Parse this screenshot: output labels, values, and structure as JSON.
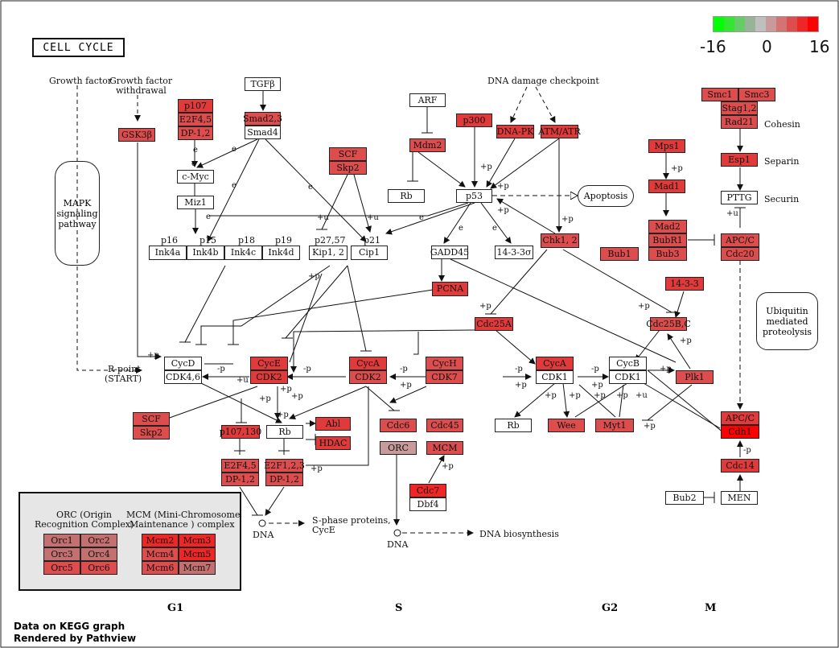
{
  "title": "CELL CYCLE",
  "scale": {
    "min_label": "-16",
    "mid_label": "0",
    "max_label": "16",
    "colors": [
      "#00ff00",
      "#33e633",
      "#66cc66",
      "#99b399",
      "#bfbfbf",
      "#c99a9a",
      "#d37373",
      "#dd4d4d",
      "#ee2626",
      "#ff0000"
    ]
  },
  "colors": {
    "c1": "#dd4d4d",
    "c2": "#e03a3a",
    "c3": "#ee2626",
    "c4": "#c47070",
    "white": "#ffffff",
    "orc": "#c99a9a"
  },
  "phases": [
    "G1",
    "S",
    "G2",
    "M"
  ],
  "footer": [
    "Data on KEGG graph",
    "Rendered by Pathview"
  ],
  "labels": {
    "growth_factor": "Growth factor",
    "growth_factor_withdrawal_1": "Growth factor",
    "growth_factor_withdrawal_2": "withdrawal",
    "dna_damage": "DNA damage checkpoint",
    "mapk": [
      "MAPK",
      "signaling",
      "pathway"
    ],
    "apoptosis": "Apoptosis",
    "ubiquitin": [
      "Ubiquitin",
      "mediated",
      "proteolysis"
    ],
    "r_point": [
      "R-point",
      "(START)"
    ],
    "cohesin": "Cohesin",
    "separin": "Separin",
    "securin": "Securin",
    "p16": "p16",
    "p15": "p15",
    "p18": "p18",
    "p19": "p19",
    "p27_57": "p27,57",
    "p21": "p21",
    "sphase": [
      "S-phase proteins,",
      "CycE"
    ],
    "dna1": "DNA",
    "dna2": "DNA",
    "dna_bio": "DNA biosynthesis",
    "orc_title": [
      "ORC (Origin",
      "Recognition Complex)"
    ],
    "mcm_title": [
      "MCM (Mini-Chromosome",
      "Maintenance ) complex"
    ]
  },
  "genes": {
    "p107": "p107",
    "e2f45a": "E2F4,5",
    "dp12a": "DP-1,2",
    "tgfb": "TGFβ",
    "smad23": "Smad2,3",
    "smad4": "Smad4",
    "gsk3b": "GSK3β",
    "cmyc": "c-Myc",
    "miz1": "Miz1",
    "arf": "ARF",
    "mdm2": "Mdm2",
    "rb1": "Rb",
    "p300": "p300",
    "dnapk": "DNA-PK",
    "atmatr": "ATM/ATR",
    "p53": "p53",
    "scf1": "SCF",
    "skp2a": "Skp2",
    "ink4a": "Ink4a",
    "ink4b": "Ink4b",
    "ink4c": "Ink4c",
    "ink4d": "Ink4d",
    "kip12": "Kip1, 2",
    "cip1": "Cip1",
    "gadd45": "GADD45",
    "s1433s": "14-3-3σ",
    "chk12": "Chk1, 2",
    "pcna": "PCNA",
    "smc1": "Smc1",
    "smc3": "Smc3",
    "stag12": "Stag1,2",
    "rad21": "Rad21",
    "esp1": "Esp1",
    "pttg": "PTTG",
    "mps1": "Mps1",
    "mad1": "Mad1",
    "mad2": "Mad2",
    "bubr1": "BubR1",
    "bub3": "Bub3",
    "bub1": "Bub1",
    "apcc1": "APC/C",
    "cdc20": "Cdc20",
    "s1433": "14-3-3",
    "cdc25bc": "Cdc25B,C",
    "cdc25a": "Cdc25A",
    "cycd": "CycD",
    "cdk46": "CDK4,6",
    "cyce": "CycE",
    "cdk2a": "CDK2",
    "cyca1": "CycA",
    "cdk2b": "CDK2",
    "cych": "CycH",
    "cdk7": "CDK7",
    "cyca2": "CycA",
    "cdk1a": "CDK1",
    "cycb": "CycB",
    "cdk1b": "CDK1",
    "plk1": "Plk1",
    "scf2": "SCF",
    "skp2b": "Skp2",
    "p107130": "p107,130",
    "rb2": "Rb",
    "abl": "Abl",
    "hdac": "HDAC",
    "e2f45b": "E2F4,5",
    "dp12b": "DP-1,2",
    "e2f123": "E2F1,2,3",
    "dp12c": "DP-1,2",
    "cdc6": "Cdc6",
    "cdc45": "Cdc45",
    "orc": "ORC",
    "mcm": "MCM",
    "cdc7": "Cdc7",
    "dbf4": "Dbf4",
    "rb3": "Rb",
    "wee": "Wee",
    "myt1": "Myt1",
    "apcc2": "APC/C",
    "cdh1": "Cdh1",
    "cdc14": "Cdc14",
    "bub2": "Bub2",
    "men": "MEN",
    "orc1": "Orc1",
    "orc2": "Orc2",
    "orc3": "Orc3",
    "orc4": "Orc4",
    "orc5": "Orc5",
    "orc6": "Orc6",
    "mcm2": "Mcm2",
    "mcm3": "Mcm3",
    "mcm4": "Mcm4",
    "mcm5": "Mcm5",
    "mcm6": "Mcm6",
    "mcm7": "Mcm7"
  },
  "signs": {
    "e": "e",
    "plus_u": "+u",
    "plus_p": "+p",
    "minus_p": "-p"
  }
}
